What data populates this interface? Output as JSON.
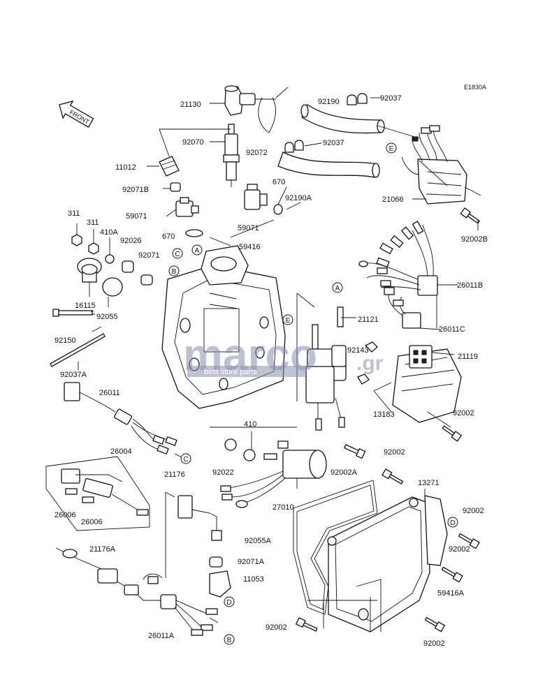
{
  "diagram_code": "E1830A",
  "front_label": "FRONT",
  "watermark": {
    "brand": "marco",
    "suffix": ".gr",
    "tagline": "best store parts"
  },
  "callouts": {
    "A": "A",
    "B": "B",
    "C": "C",
    "D": "D",
    "E": "E"
  },
  "parts": [
    {
      "id": "p21130",
      "label": "21130"
    },
    {
      "id": "p92190",
      "label": "92190"
    },
    {
      "id": "p92037a1",
      "label": "92037"
    },
    {
      "id": "p92070",
      "label": "92070"
    },
    {
      "id": "p92072",
      "label": "92072"
    },
    {
      "id": "p92037a2",
      "label": "92037"
    },
    {
      "id": "p11012",
      "label": "11012"
    },
    {
      "id": "p670a",
      "label": "670"
    },
    {
      "id": "p92190A",
      "label": "92190A"
    },
    {
      "id": "p21066",
      "label": "21066"
    },
    {
      "id": "p92071B",
      "label": "92071B"
    },
    {
      "id": "p59071a",
      "label": "59071"
    },
    {
      "id": "p59071b",
      "label": "59071"
    },
    {
      "id": "p92002B",
      "label": "92002B"
    },
    {
      "id": "p311a",
      "label": "311"
    },
    {
      "id": "p311b",
      "label": "311"
    },
    {
      "id": "p410A",
      "label": "410A"
    },
    {
      "id": "p670b",
      "label": "670"
    },
    {
      "id": "p92026",
      "label": "92026"
    },
    {
      "id": "p59416",
      "label": "59416"
    },
    {
      "id": "p92071",
      "label": "92071"
    },
    {
      "id": "p26011B",
      "label": "26011B"
    },
    {
      "id": "p16115",
      "label": "16115"
    },
    {
      "id": "p92055",
      "label": "92055"
    },
    {
      "id": "p21121",
      "label": "21121"
    },
    {
      "id": "p26011C",
      "label": "26011C"
    },
    {
      "id": "p92150",
      "label": "92150"
    },
    {
      "id": "p92143",
      "label": "92143"
    },
    {
      "id": "p21119",
      "label": "21119"
    },
    {
      "id": "p92037A",
      "label": "92037A"
    },
    {
      "id": "p26011",
      "label": "26011"
    },
    {
      "id": "p13183",
      "label": "13183"
    },
    {
      "id": "p92002a",
      "label": "92002"
    },
    {
      "id": "p410",
      "label": "410"
    },
    {
      "id": "p26004",
      "label": "26004"
    },
    {
      "id": "p92022",
      "label": "92022"
    },
    {
      "id": "p92002A",
      "label": "92002A"
    },
    {
      "id": "p92002b",
      "label": "92002"
    },
    {
      "id": "p21176",
      "label": "21176"
    },
    {
      "id": "p13271",
      "label": "13271"
    },
    {
      "id": "p27010",
      "label": "27010"
    },
    {
      "id": "p92002c",
      "label": "92002"
    },
    {
      "id": "p26006a",
      "label": "26006"
    },
    {
      "id": "p26006b",
      "label": "26006"
    },
    {
      "id": "p92055A",
      "label": "92055A"
    },
    {
      "id": "p21176A",
      "label": "21176A"
    },
    {
      "id": "p92071A",
      "label": "92071A"
    },
    {
      "id": "p92002d",
      "label": "92002"
    },
    {
      "id": "p11053",
      "label": "11053"
    },
    {
      "id": "p59416A",
      "label": "59416A"
    },
    {
      "id": "p92002e",
      "label": "92002"
    },
    {
      "id": "p26011A",
      "label": "26011A"
    },
    {
      "id": "p92002f",
      "label": "92002"
    }
  ]
}
